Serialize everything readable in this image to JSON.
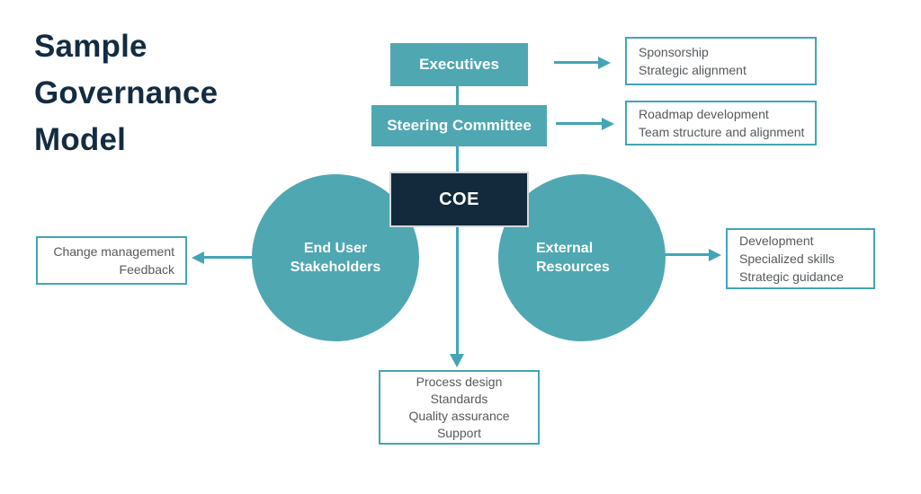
{
  "title": "Sample Governance Model",
  "boxes": {
    "executives": "Executives",
    "steering_committee": "Steering Committee",
    "coe": "COE"
  },
  "circles": {
    "end_user_stakeholders": "End User Stakeholders",
    "external_resources": "External Resources"
  },
  "callouts": {
    "executives_outcomes": [
      "Sponsorship",
      "Strategic alignment"
    ],
    "steering_outcomes": [
      "Roadmap development",
      "Team structure and alignment"
    ],
    "end_user_outcomes": [
      "Change management",
      "Feedback"
    ],
    "external_outcomes": [
      "Development",
      "Specialized skills",
      "Strategic guidance"
    ],
    "coe_outcomes": [
      "Process design",
      "Standards",
      "Quality assurance",
      "Support"
    ]
  },
  "colors": {
    "teal": "#4FA7B2",
    "teal_line": "#43A4B6",
    "navy": "#13293C",
    "navy_title": "#142C42",
    "text_gray": "#55595C"
  }
}
